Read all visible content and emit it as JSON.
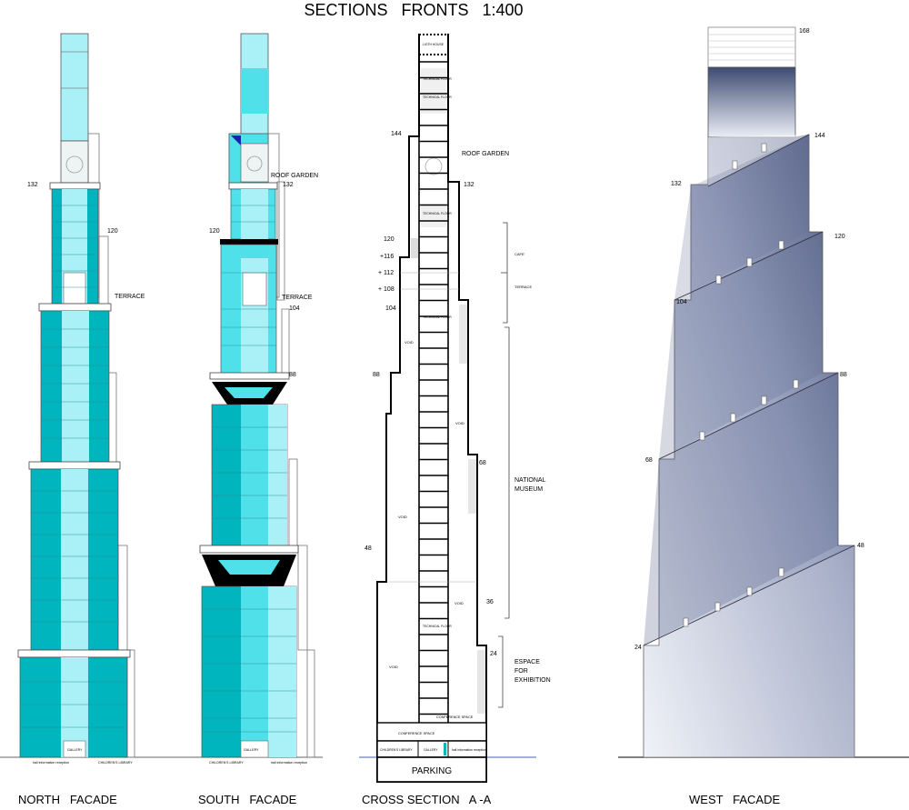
{
  "title": "SECTIONS   FRONTS   1:400",
  "colors": {
    "teal": "#00b5bd",
    "teal_light": "#a9f1f6",
    "teal_mid": "#4fe0ea",
    "navy": "#3a4870",
    "steel_light": "#e8ecf4",
    "black": "#000000"
  },
  "north": {
    "caption": "NORTH   FACADE",
    "levels": [
      "132",
      "120"
    ],
    "terrace": "TERRACE",
    "ground_labels": [
      "hall information reception",
      "GALLERY",
      "CHILDREN'S LIBRARY"
    ]
  },
  "south": {
    "caption": "SOUTH   FACADE",
    "levels": [
      "132",
      "120",
      "104",
      "88"
    ],
    "roof_garden": "ROOF GARDEN",
    "terrace": "TERRACE",
    "ground_labels": [
      "CHILDREN'S LIBRARY",
      "GALLERY",
      "hall information reception"
    ]
  },
  "section": {
    "caption": "CROSS SECTION   A -A",
    "levels_left": [
      "144",
      "120",
      "+116",
      "+ 112",
      "+ 108",
      "104",
      "88",
      "48"
    ],
    "levels_right": [
      "132",
      "68",
      "36",
      "24"
    ],
    "roof_garden": "ROOF GARDEN",
    "top_labels": [
      "LIGTH HOUSE",
      "TECHNICAL FLOOR",
      "TECHNICAL FLOOR"
    ],
    "technical_floor": "TECHNICAL FLOOR",
    "void": "VOID",
    "cafe": "CAFE'",
    "terrace": "TERRACE",
    "museum": [
      "NATIONAL",
      "MUSEUM"
    ],
    "exhibition": [
      "ESPACE",
      "FOR",
      "EXHIBITION"
    ],
    "conference": "CONFERENCE SPACE",
    "ground_labels": [
      "CHILDREN'S LIBRARY",
      "GALLERY",
      "hall information reception"
    ],
    "parking": "PARKING"
  },
  "west": {
    "caption": "WEST   FACADE",
    "levels": [
      "168",
      "144",
      "132",
      "120",
      "104",
      "88",
      "68",
      "48",
      "24"
    ]
  }
}
